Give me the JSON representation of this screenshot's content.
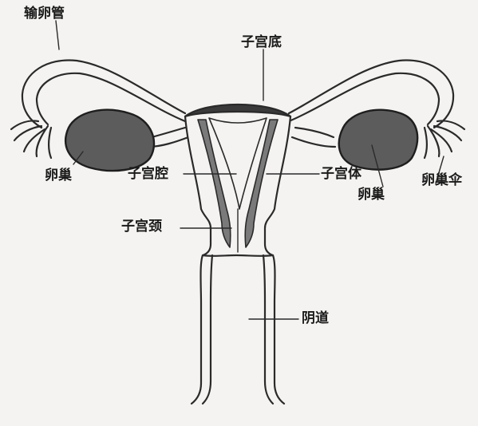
{
  "labels": {
    "fallopian_tube": "输卵管",
    "fundus": "子宫底",
    "ovary_left": "卵巢",
    "ovary_right": "卵巢",
    "uterine_cavity": "子宫腔",
    "uterine_body": "子宫体",
    "fimbriae": "卵巢伞",
    "cervix": "子宫颈",
    "vagina": "阴道"
  },
  "colors": {
    "outline": "#2a2a2a",
    "ovary_fill": "#5c5c5c",
    "wall_fill": "#7a7a7a",
    "paper": "#f4f3f1"
  }
}
